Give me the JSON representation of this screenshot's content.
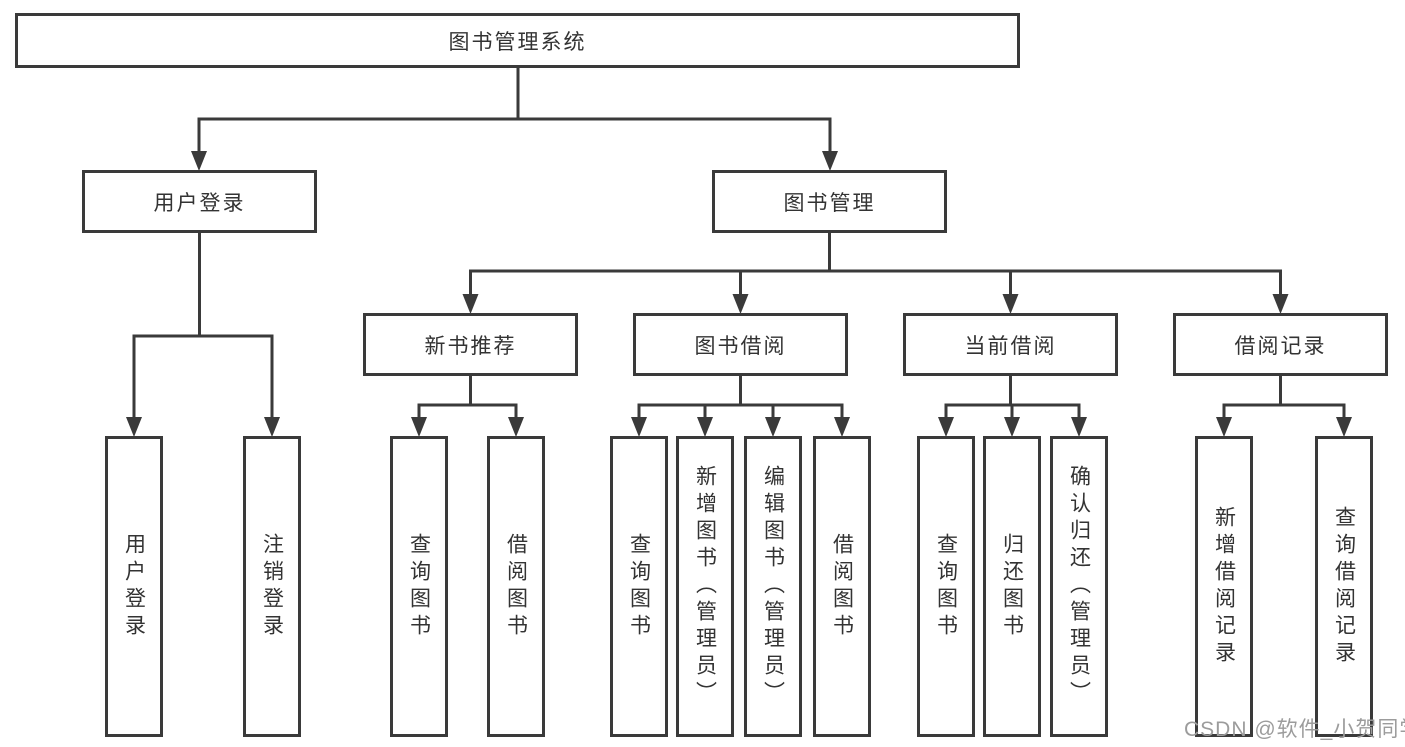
{
  "nodes": {
    "root": "图书管理系统",
    "user_login": {
      "label": "用户登录",
      "children": [
        "用户登录",
        "注销登录"
      ]
    },
    "book_mgmt": {
      "label": "图书管理"
    },
    "new_book_rec": {
      "label": "新书推荐",
      "children": [
        "查询图书",
        "借阅图书"
      ]
    },
    "book_borrow": {
      "label": "图书借阅",
      "children": [
        "查询图书",
        "新增图书（管理员）",
        "编辑图书（管理员）",
        "借阅图书"
      ]
    },
    "current_borrow": {
      "label": "当前借阅",
      "children": [
        "查询图书",
        "归还图书",
        "确认归还（管理员）"
      ]
    },
    "borrow_record": {
      "label": "借阅记录",
      "children": [
        "新增借阅记录",
        "查询借阅记录"
      ]
    }
  },
  "watermark": "CSDN @软件_小贺同学",
  "colors": {
    "line": "#3a3a3a",
    "text": "#333333",
    "watermark": "#9c9c9c",
    "box_background": "#ffffff"
  }
}
